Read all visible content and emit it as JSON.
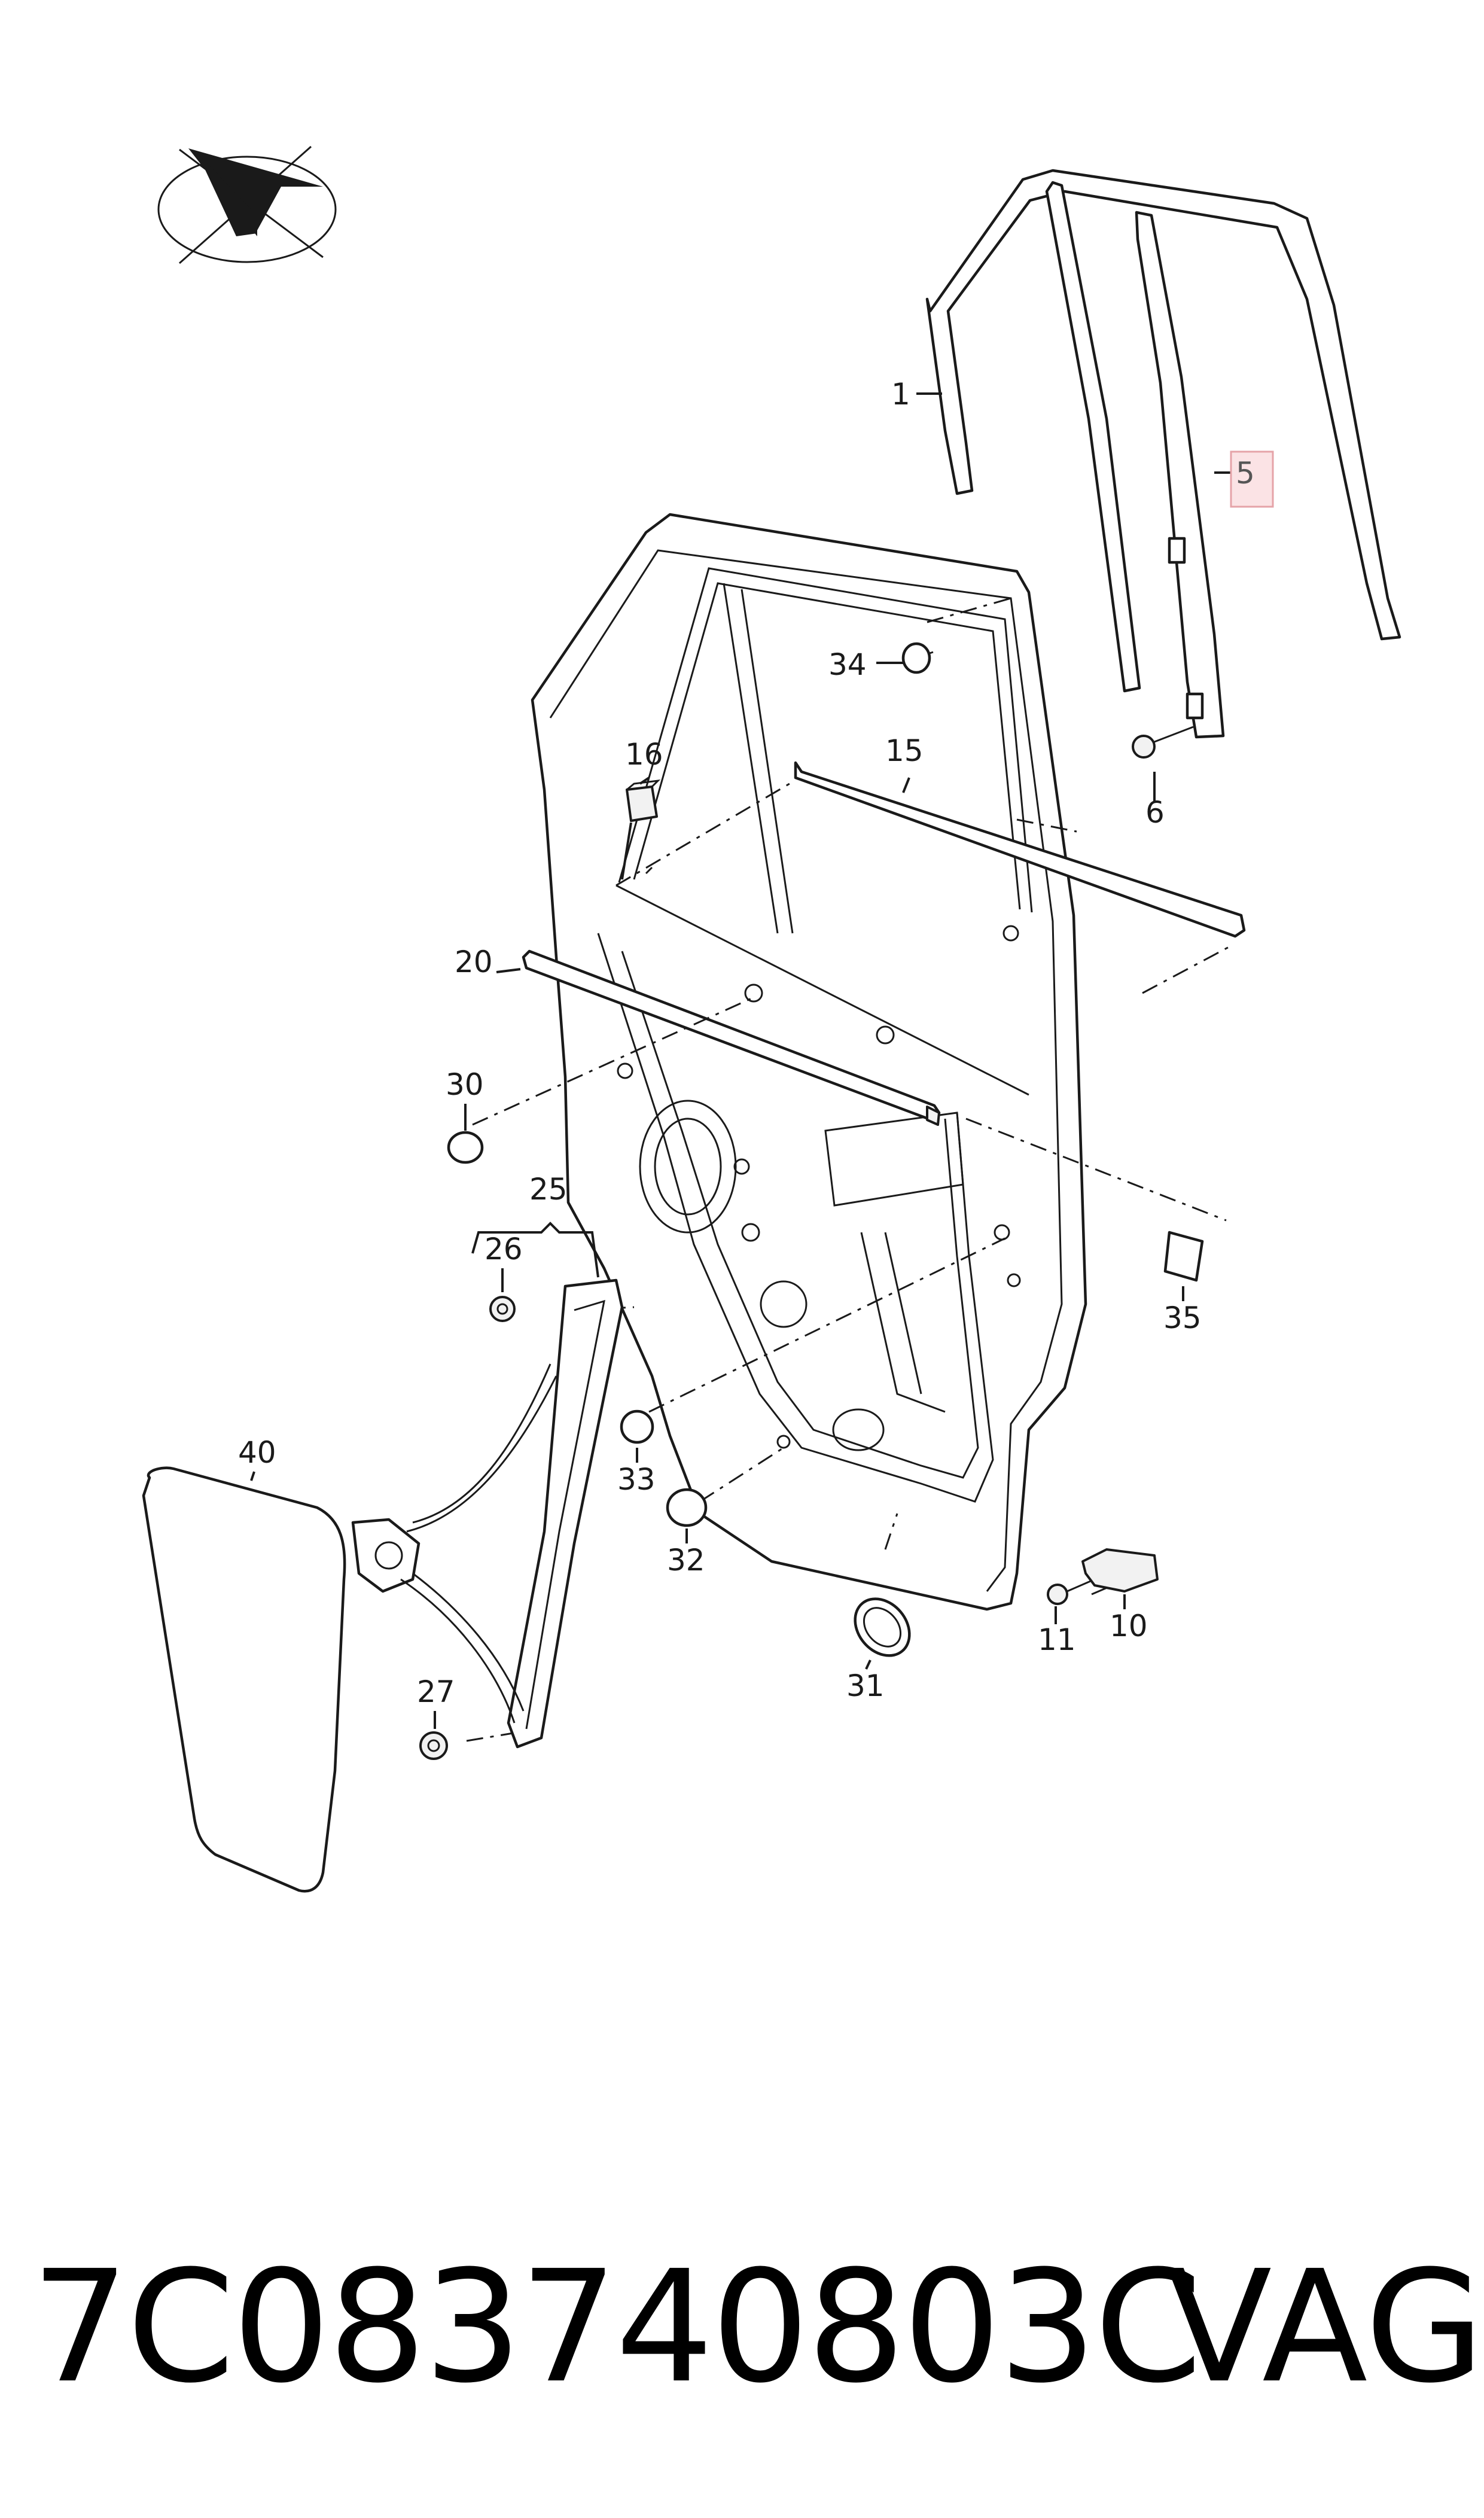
{
  "diagram": {
    "callouts": [
      {
        "id": "c1",
        "label": "1"
      },
      {
        "id": "c5",
        "label": "5",
        "highlighted": true
      },
      {
        "id": "c34",
        "label": "34"
      },
      {
        "id": "c16",
        "label": "16"
      },
      {
        "id": "c15",
        "label": "15"
      },
      {
        "id": "c6",
        "label": "6"
      },
      {
        "id": "c20",
        "label": "20"
      },
      {
        "id": "c30",
        "label": "30"
      },
      {
        "id": "c25",
        "label": "25"
      },
      {
        "id": "c26",
        "label": "26"
      },
      {
        "id": "c35",
        "label": "35"
      },
      {
        "id": "c40",
        "label": "40"
      },
      {
        "id": "c33",
        "label": "33"
      },
      {
        "id": "c32",
        "label": "32"
      },
      {
        "id": "c10",
        "label": "10"
      },
      {
        "id": "c11",
        "label": "11"
      },
      {
        "id": "c31",
        "label": "31"
      },
      {
        "id": "c27",
        "label": "27"
      }
    ],
    "highlight_color": "#e5a3a8",
    "highlight_fill": "#fbe3e5",
    "line_color": "#1a1a1a",
    "logo_icon": "compass-orientation-icon"
  },
  "footer": {
    "part_number": "7C083740803C",
    "brand": "VAG"
  }
}
